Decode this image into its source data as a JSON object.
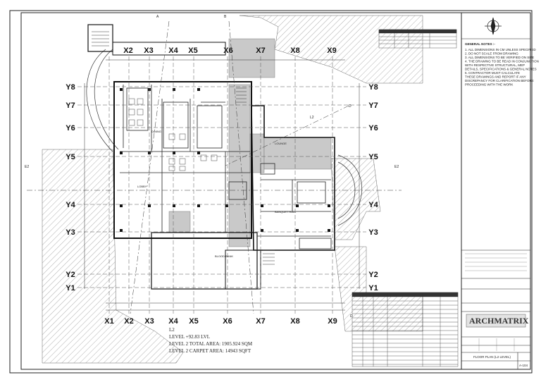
{
  "grid": {
    "top_x": [
      "X2",
      "X3",
      "X4",
      "X5",
      "X6",
      "X7",
      "X8",
      "X9"
    ],
    "bottom_x": [
      "X1",
      "X2",
      "X3",
      "X4",
      "X5",
      "X6",
      "X7",
      "X8",
      "X9"
    ],
    "left_y": [
      "Y8",
      "Y7",
      "Y6",
      "Y5",
      "Y4",
      "Y3",
      "Y2",
      "Y1"
    ],
    "right_y": [
      "Y8",
      "Y7",
      "Y6",
      "Y5",
      "Y4",
      "Y3",
      "Y2",
      "Y1"
    ]
  },
  "section_marks": {
    "a": "A",
    "b": "B",
    "d": "D",
    "e": "E2"
  },
  "plan_labels": {
    "dining": "DINING",
    "lobby": "LOBBY",
    "banquet": "BANQUET HALL",
    "lounge": "LOUNGE",
    "blood_bank": "BLOOD BANK",
    "l2": "L2"
  },
  "level_info": {
    "title": "L2",
    "line1": "LEVEL  +92.83 LVL",
    "line2": "LEVEL 2 TOTAL AREA: 1905.924 SQM",
    "line3": "LEVEL 2 CARPET AREA: 14943 SQFT"
  },
  "title_block": {
    "general_notes_title": "GENERAL NOTES :-",
    "notes": [
      "1.  ALL DIMENSIONS IN  CM UNLESS SPECIFIED",
      "2.  DO NOT SCALE FROM DRAWING",
      "3.  ALL DIMENSIONS TO BE VERIFIED ON SITE",
      "4.  THE DRAWING TO BE READ IN CONJUNCTION",
      "     WITH RESPECTIVE STRUCTURAL, MEP",
      "     DETAILS, SPECIFICATIONS & GENERAL NOTES",
      "5.  CONTRACTOR MUST CALCULATE",
      "     THESE DRAWINGS AND REPORT IF ANY",
      "     DISCREPANCY FOR CLARIFICATION BEFORE",
      "     PROCEEDING WITH THE WORK"
    ],
    "company": "ARCHMATRIX",
    "drawing_title": "FLOOR PLAN (L2 LEVEL)",
    "sheet_no": "A-104"
  }
}
